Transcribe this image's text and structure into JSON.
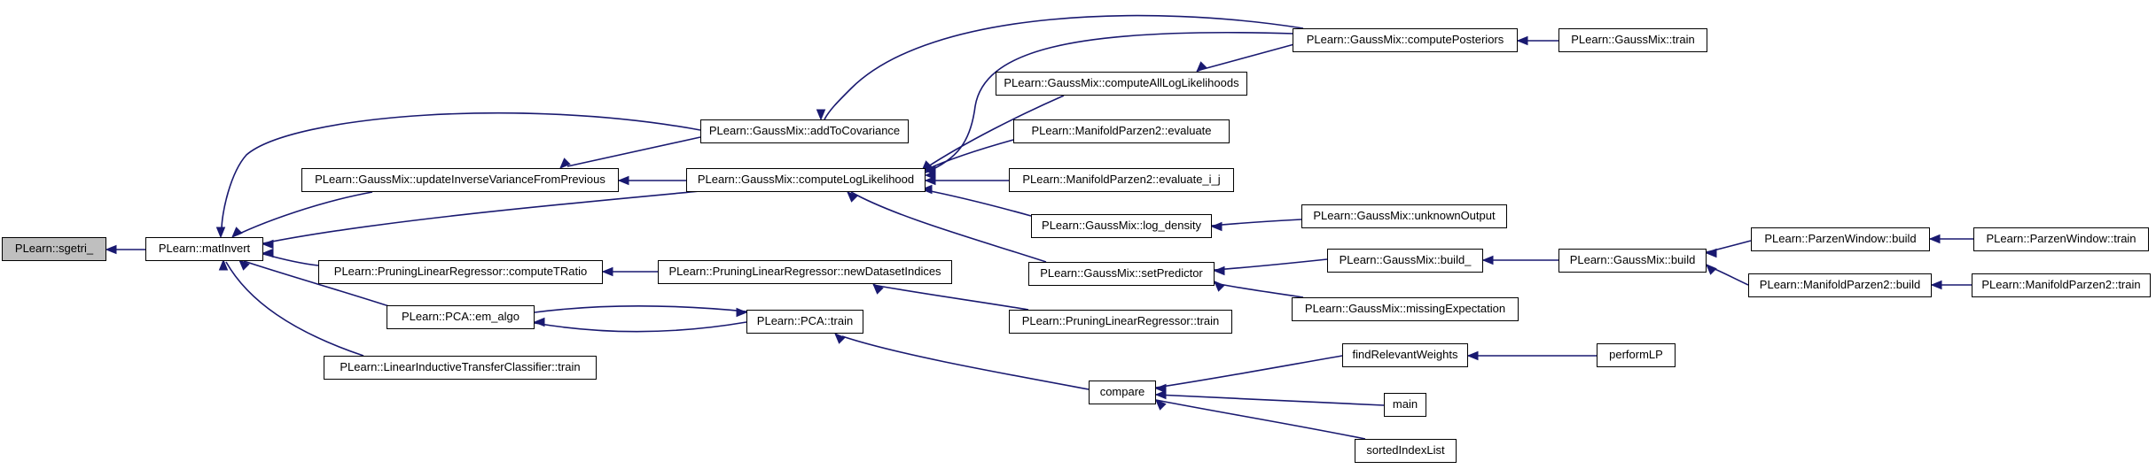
{
  "colors": {
    "edge": "#191970",
    "node_border": "#000000",
    "focus_fill": "#bfbfbf",
    "node_fill": "#ffffff"
  },
  "nodes": {
    "sgetri": "PLearn::sgetri_",
    "matInvert": "PLearn::matInvert",
    "addToCovariance": "PLearn::GaussMix::addToCovariance",
    "updateInverseVariance": "PLearn::GaussMix::updateInverseVarianceFromPrevious",
    "computeLogLikelihood": "PLearn::GaussMix::computeLogLikelihood",
    "computeTRatio": "PLearn::PruningLinearRegressor::computeTRatio",
    "em_algo": "PLearn::PCA::em_algo",
    "pca_train": "PLearn::PCA::train",
    "litc_train": "PLearn::LinearInductiveTransferClassifier::train",
    "newDatasetIndices": "PLearn::PruningLinearRegressor::newDatasetIndices",
    "plr_train": "PLearn::PruningLinearRegressor::train",
    "computePosteriors": "PLearn::GaussMix::computePosteriors",
    "gm_train": "PLearn::GaussMix::train",
    "computeAllLogLikelihoods": "PLearn::GaussMix::computeAllLogLikelihoods",
    "mp2_evaluate": "PLearn::ManifoldParzen2::evaluate",
    "mp2_evaluate_i_j": "PLearn::ManifoldParzen2::evaluate_i_j",
    "log_density": "PLearn::GaussMix::log_density",
    "unknownOutput": "PLearn::GaussMix::unknownOutput",
    "setPredictor": "PLearn::GaussMix::setPredictor",
    "build_": "PLearn::GaussMix::build_",
    "gm_build": "PLearn::GaussMix::build",
    "missingExpectation": "PLearn::GaussMix::missingExpectation",
    "pw_build": "PLearn::ParzenWindow::build",
    "pw_train": "PLearn::ParzenWindow::train",
    "mp2_build": "PLearn::ManifoldParzen2::build",
    "mp2_train": "PLearn::ManifoldParzen2::train",
    "compare": "compare",
    "findRelevantWeights": "findRelevantWeights",
    "performLP": "performLP",
    "main": "main",
    "sortedIndexList": "sortedIndexList"
  }
}
